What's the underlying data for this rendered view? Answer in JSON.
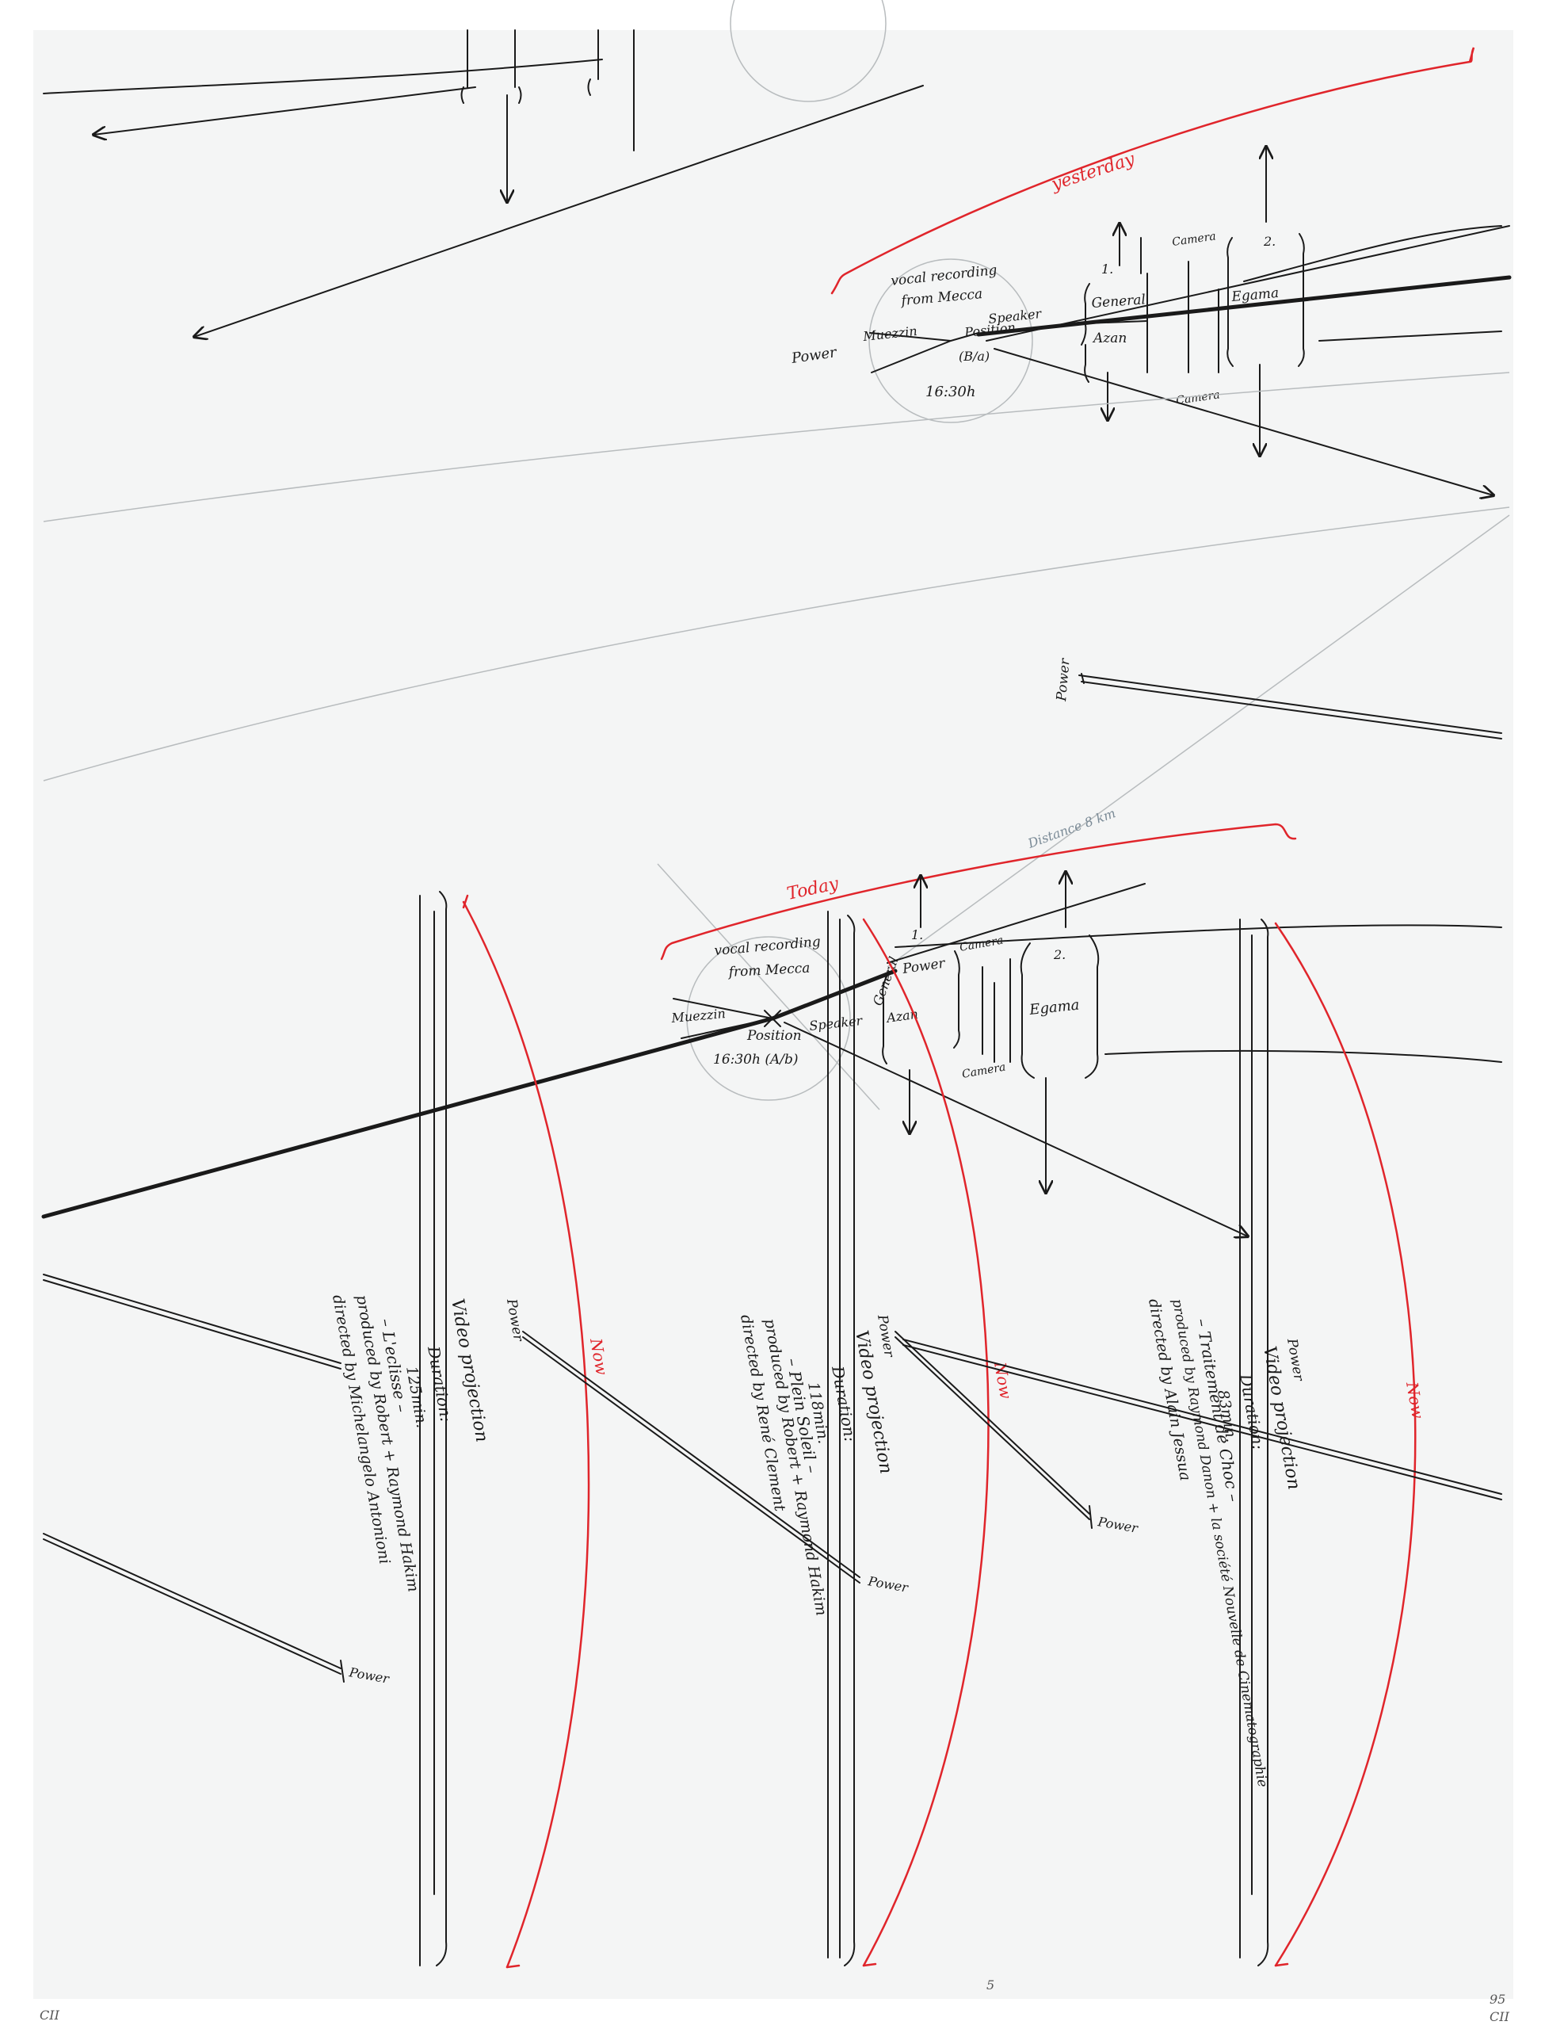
{
  "top_section": {
    "label_yesterday": "yesterday",
    "circle": {
      "vocal_recording": "vocal recording",
      "from_mecca": "from Mecca",
      "muezzin": "Muezzin",
      "position": "Position",
      "speaker": "Speaker",
      "position_code": "(B/a)",
      "time": "16:30h"
    },
    "power_label": "Power",
    "camera_label_top": "Camera",
    "camera_label_bottom": "Camera",
    "box1_number": "1.",
    "box1_line1": "General",
    "box1_line2": "Azan",
    "box2_number": "2.",
    "box2_line1": "Egama",
    "power_side": "Power"
  },
  "bottom_section": {
    "label_today": "Today",
    "label_distance": "Distance 8 km",
    "circle": {
      "vocal_recording": "vocal recording",
      "from_mecca": "from Mecca",
      "muezzin": "Muezzin",
      "position": "Position",
      "speaker": "Speaker",
      "time_code": "16:30h (A/b)"
    },
    "power_label": "Power",
    "camera_label_top": "Camera",
    "camera_label_bottom": "Camera",
    "box1_number": "1.",
    "box1_line1": "General",
    "box1_line2": "Azan",
    "box2_number": "2.",
    "box2_line1": "Egama",
    "now_label": "Now"
  },
  "projections": [
    {
      "title": "Video projection",
      "duration_label": "Duration:",
      "duration": "125min.",
      "film": "– L'eclisse –",
      "produced": "produced by Robert + Raymond Hakim",
      "directed": "directed by Michelangelo Antonioni",
      "power": "Power"
    },
    {
      "title": "Video projection",
      "duration_label": "Duration:",
      "duration": "118min.",
      "film": "– Plein Soleil –",
      "produced": "produced by Robert + Raymond Hakim",
      "directed": "directed by René Clement",
      "power": "Power"
    },
    {
      "title": "Video projection",
      "duration_label": "Duration:",
      "duration": "83min.",
      "film": "– Traitement de Choc –",
      "produced": "produced by Raymond Danon + la société Nouvelle de Cinematographie",
      "directed": "directed by Alain Jessua",
      "power": "Power"
    }
  ],
  "footer": {
    "left_page": "CII",
    "right_small": "95",
    "right_page": "CII",
    "center_mark": "5"
  }
}
